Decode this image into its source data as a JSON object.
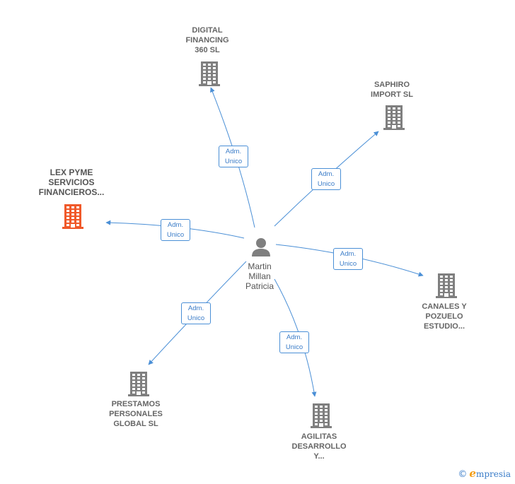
{
  "center": {
    "name": "Martin\nMillan\nPatricia",
    "icon": "person-icon"
  },
  "relation_label_line1": "Adm.",
  "relation_label_line2": "Unico",
  "companies": [
    {
      "id": "digital",
      "name": "DIGITAL\nFINANCING\n360  SL",
      "highlight": false
    },
    {
      "id": "saphiro",
      "name": "SAPHIRO\nIMPORT  SL",
      "highlight": false
    },
    {
      "id": "lexpyme",
      "name": "LEX PYME\nSERVICIOS\nFINANCIEROS...",
      "highlight": true
    },
    {
      "id": "canales",
      "name": "CANALES Y\nPOZUELO\nESTUDIO...",
      "highlight": false
    },
    {
      "id": "prestamos",
      "name": "PRESTAMOS\nPERSONALES\nGLOBAL  SL",
      "highlight": false
    },
    {
      "id": "agilitas",
      "name": "AGILITAS\nDESARROLLO\nY...",
      "highlight": false
    }
  ],
  "colors": {
    "edge": "#4a8fd6",
    "building": "#7f7f7f",
    "highlight_building": "#f0592a"
  },
  "footer": {
    "copyright": "©",
    "brand_e": "e",
    "brand_rest": "mpresia"
  }
}
